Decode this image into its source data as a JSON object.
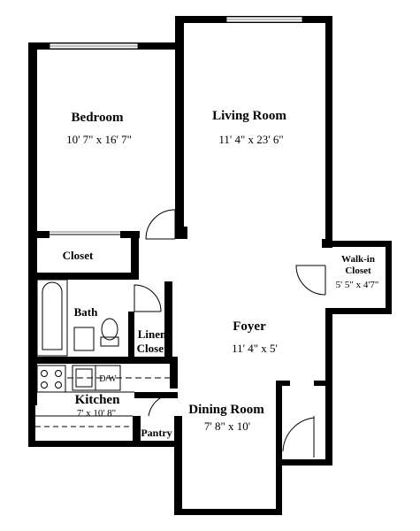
{
  "rooms": {
    "bedroom": {
      "name": "Bedroom",
      "dims": "10' 7\" x 16' 7\""
    },
    "living_room": {
      "name": "Living Room",
      "dims": "11' 4\" x 23' 6\""
    },
    "walk_in": {
      "name_line1": "Walk-in",
      "name_line2": "Closet",
      "dims": "5' 5\" x 4'7\""
    },
    "foyer": {
      "name": "Foyer",
      "dims": "11' 4\" x 5'"
    },
    "dining_room": {
      "name": "Dining Room",
      "dims": "7' 8\" x 10'"
    },
    "kitchen": {
      "name": "Kitchen",
      "dims": "7' x 10' 8\""
    },
    "closet": {
      "name": "Closet"
    },
    "bath": {
      "name": "Bath"
    },
    "linen": {
      "name_line1": "Linen",
      "name_line2": "Closet"
    },
    "pantry": {
      "name": "Pantry"
    },
    "dw": {
      "name": "D/W"
    }
  }
}
